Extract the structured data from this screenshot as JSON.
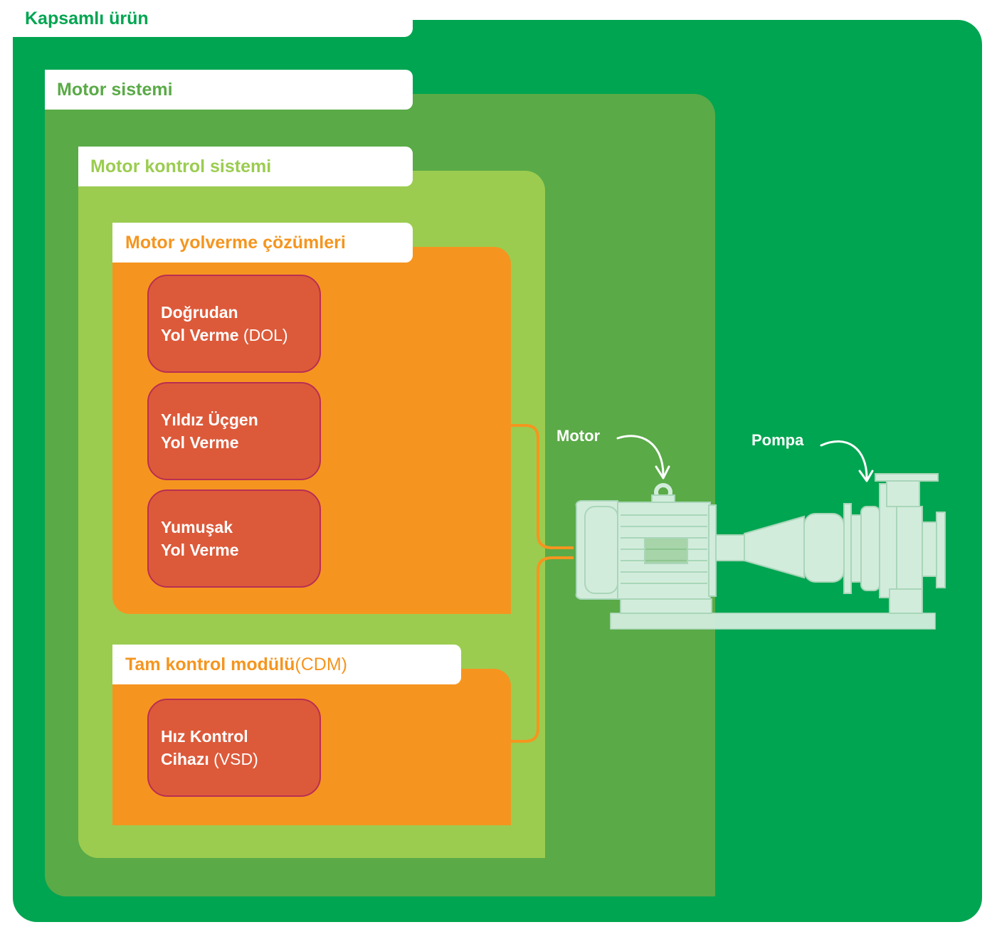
{
  "colors": {
    "outer": "#00a551",
    "motor_system": "#5aaa47",
    "motor_control": "#9bcc50",
    "starting": "#f5951f",
    "card": "#dc5a3a",
    "card_border": "#b92e52",
    "equipment": "#d2ecdc"
  },
  "outer": {
    "title": "Kapsamlı ürün"
  },
  "motor_system": {
    "title": "Motor sistemi"
  },
  "motor_control": {
    "title": "Motor kontrol sistemi"
  },
  "starting_solutions": {
    "title": "Motor yolverme çözümleri",
    "cards": [
      {
        "line1": "Doğrudan",
        "line2": "Yol Verme",
        "suffix": " (DOL)"
      },
      {
        "line1": "Yıldız Üçgen",
        "line2": "Yol Verme"
      },
      {
        "line1": "Yumuşak",
        "line2": "Yol Verme"
      }
    ]
  },
  "cdm": {
    "title": "Tam kontrol modülü",
    "title_suffix": " (CDM)",
    "cards": [
      {
        "line1": "Hız Kontrol",
        "line2": "Cihazı",
        "suffix": " (VSD)"
      }
    ]
  },
  "equipment": {
    "motor_label": "Motor",
    "pump_label": "Pompa",
    "motor_icon": "electric-motor-icon",
    "pump_icon": "centrifugal-pump-icon"
  }
}
